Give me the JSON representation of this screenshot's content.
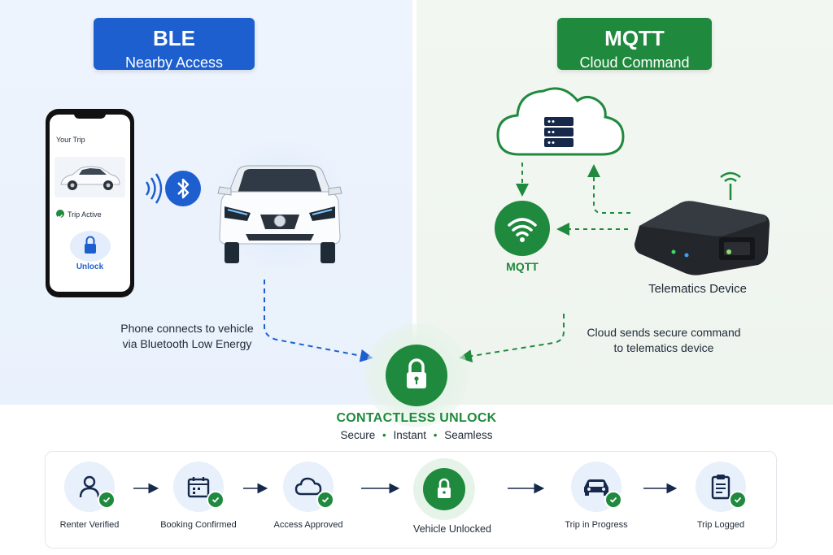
{
  "ble_badge": {
    "title": "BLE",
    "subtitle": "Nearby Access"
  },
  "mqtt_badge": {
    "title": "MQTT",
    "subtitle": "Cloud Command"
  },
  "phone": {
    "header": "Your Trip",
    "status": "Trip Active",
    "button": "Unlock"
  },
  "ble_caption": {
    "line1": "Phone connects to vehicle",
    "line2": "via Bluetooth Low Energy"
  },
  "mqtt_node_label": "MQTT",
  "telematics_label": "Telematics Device",
  "cloud_caption": {
    "line1": "Cloud sends secure command",
    "line2": "to telematics device"
  },
  "center": {
    "title": "CONTACTLESS UNLOCK",
    "tagline_1": "Secure",
    "tagline_2": "Instant",
    "tagline_3": "Seamless",
    "separator": "•"
  },
  "steps": [
    {
      "label": "Renter Verified",
      "icon": "user-icon"
    },
    {
      "label": "Booking Confirmed",
      "icon": "calendar-icon"
    },
    {
      "label": "Access Approved",
      "icon": "cloud-icon"
    },
    {
      "label": "Vehicle Unlocked",
      "icon": "lock-icon"
    },
    {
      "label": "Trip in Progress",
      "icon": "car-icon"
    },
    {
      "label": "Trip Logged",
      "icon": "clipboard-icon"
    }
  ],
  "colors": {
    "ble_blue": "#1d5fcf",
    "mqtt_green": "#1f8a3d",
    "unlock_green": "#1f8a3d",
    "navy": "#16294a"
  }
}
